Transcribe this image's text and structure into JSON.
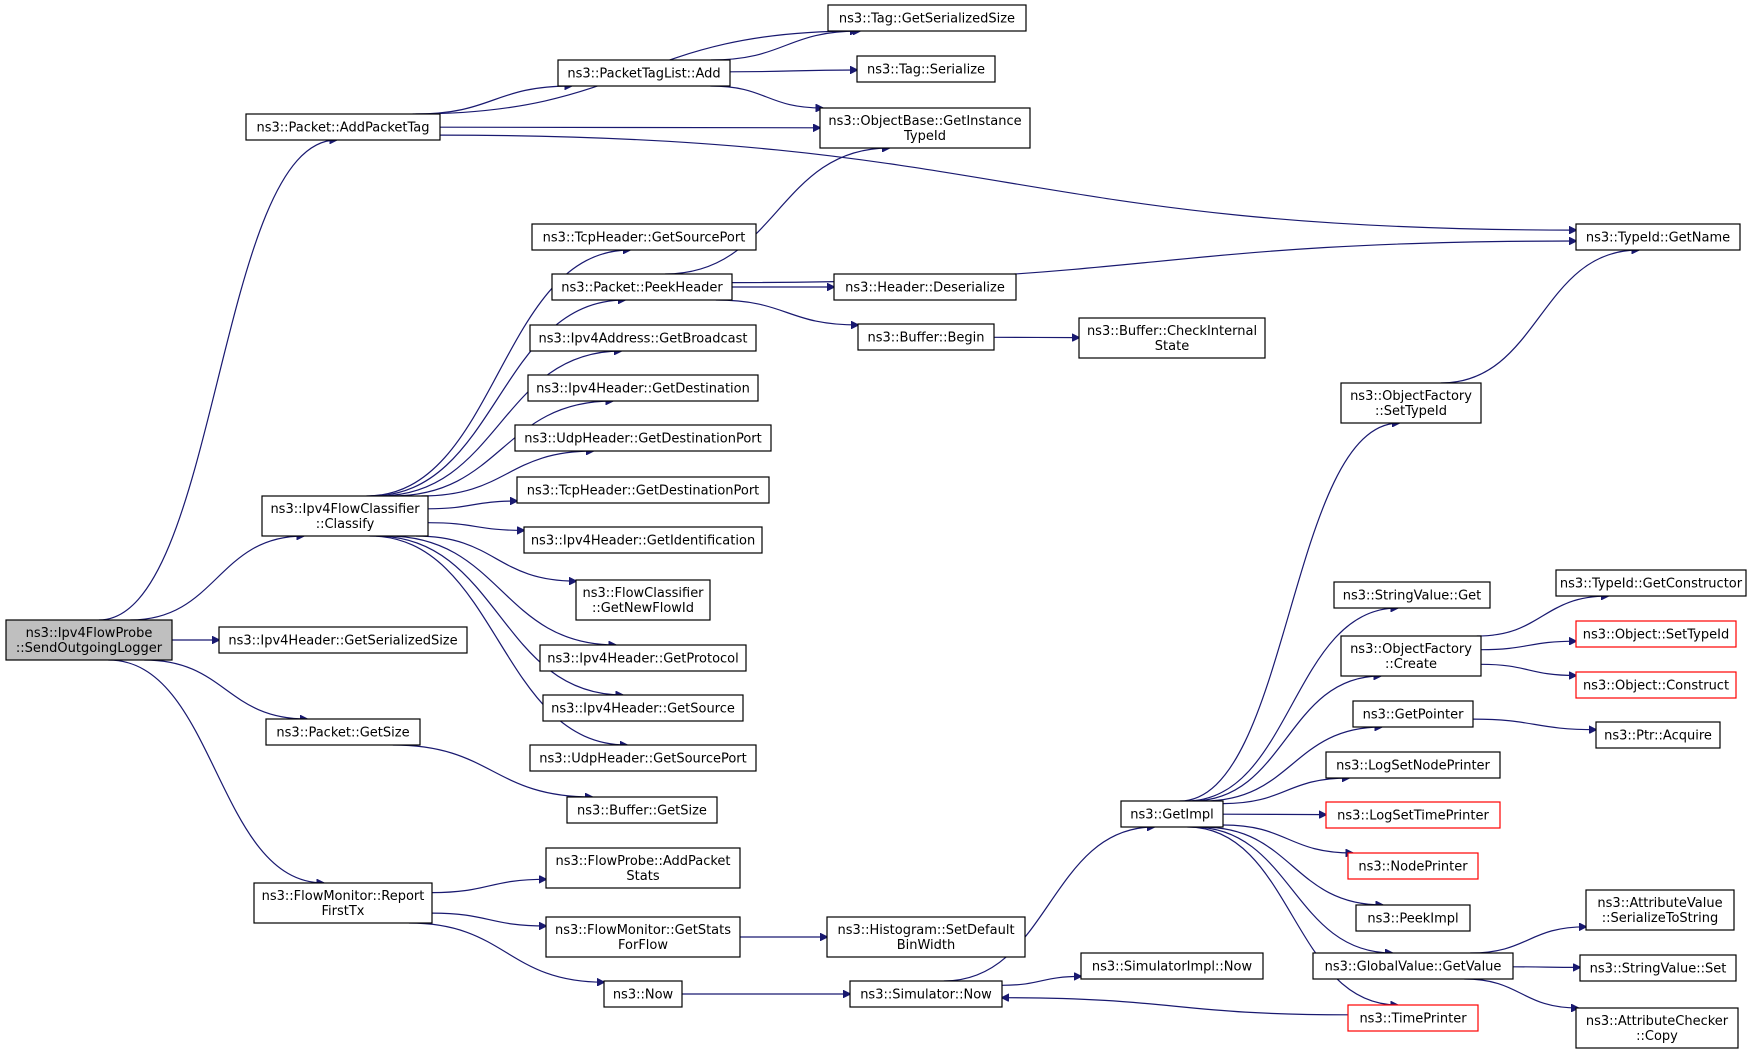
{
  "diagram": {
    "type": "call-graph",
    "colors": {
      "edge": "#191970",
      "node_border": "#000000",
      "node_border_unexpanded": "#ff0000",
      "root_fill": "#bfbfbf",
      "node_fill": "#ffffff"
    },
    "nodes": [
      {
        "id": "root",
        "lines": [
          "ns3::Ipv4FlowProbe",
          "::SendOutgoingLogger"
        ],
        "style": "root"
      },
      {
        "id": "addPacketTag",
        "lines": [
          "ns3::Packet::AddPacketTag"
        ]
      },
      {
        "id": "flowClassify",
        "lines": [
          "ns3::Ipv4FlowClassifier",
          "::Classify"
        ]
      },
      {
        "id": "ipv4HdrSerSize",
        "lines": [
          "ns3::Ipv4Header::GetSerializedSize"
        ]
      },
      {
        "id": "packetGetSize",
        "lines": [
          "ns3::Packet::GetSize"
        ]
      },
      {
        "id": "reportFirstTx",
        "lines": [
          "ns3::FlowMonitor::Report",
          "FirstTx"
        ]
      },
      {
        "id": "tagGetSerSize",
        "lines": [
          "ns3::Tag::GetSerializedSize"
        ]
      },
      {
        "id": "packetTagListAdd",
        "lines": [
          "ns3::PacketTagList::Add"
        ]
      },
      {
        "id": "tagSerialize",
        "lines": [
          "ns3::Tag::Serialize"
        ]
      },
      {
        "id": "getInstanceTypeId",
        "lines": [
          "ns3::ObjectBase::GetInstance",
          "TypeId"
        ]
      },
      {
        "id": "typeIdGetName",
        "lines": [
          "ns3::TypeId::GetName"
        ]
      },
      {
        "id": "tcpGetSourcePort",
        "lines": [
          "ns3::TcpHeader::GetSourcePort"
        ]
      },
      {
        "id": "packetPeekHeader",
        "lines": [
          "ns3::Packet::PeekHeader"
        ]
      },
      {
        "id": "headerDeserialize",
        "lines": [
          "ns3::Header::Deserialize"
        ]
      },
      {
        "id": "bufferBegin",
        "lines": [
          "ns3::Buffer::Begin"
        ]
      },
      {
        "id": "bufferCheckInternal",
        "lines": [
          "ns3::Buffer::CheckInternal",
          "State"
        ]
      },
      {
        "id": "ipv4AddrGetBroadcast",
        "lines": [
          "ns3::Ipv4Address::GetBroadcast"
        ]
      },
      {
        "id": "ipv4HdrGetDestination",
        "lines": [
          "ns3::Ipv4Header::GetDestination"
        ]
      },
      {
        "id": "udpGetDestPort",
        "lines": [
          "ns3::UdpHeader::GetDestinationPort"
        ]
      },
      {
        "id": "tcpGetDestPort",
        "lines": [
          "ns3::TcpHeader::GetDestinationPort"
        ]
      },
      {
        "id": "ipv4HdrGetIdent",
        "lines": [
          "ns3::Ipv4Header::GetIdentification"
        ]
      },
      {
        "id": "flowClassifierNewId",
        "lines": [
          "ns3::FlowClassifier",
          "::GetNewFlowId"
        ]
      },
      {
        "id": "ipv4HdrGetProtocol",
        "lines": [
          "ns3::Ipv4Header::GetProtocol"
        ]
      },
      {
        "id": "ipv4HdrGetSource",
        "lines": [
          "ns3::Ipv4Header::GetSource"
        ]
      },
      {
        "id": "udpGetSourcePort",
        "lines": [
          "ns3::UdpHeader::GetSourcePort"
        ]
      },
      {
        "id": "bufferGetSize",
        "lines": [
          "ns3::Buffer::GetSize"
        ]
      },
      {
        "id": "flowProbeAddStats",
        "lines": [
          "ns3::FlowProbe::AddPacket",
          "Stats"
        ]
      },
      {
        "id": "flowMonGetStats",
        "lines": [
          "ns3::FlowMonitor::GetStats",
          "ForFlow"
        ]
      },
      {
        "id": "histogramSetBin",
        "lines": [
          "ns3::Histogram::SetDefault",
          "BinWidth"
        ]
      },
      {
        "id": "ns3Now",
        "lines": [
          "ns3::Now"
        ]
      },
      {
        "id": "simulatorNow",
        "lines": [
          "ns3::Simulator::Now"
        ]
      },
      {
        "id": "simulatorImplNow",
        "lines": [
          "ns3::SimulatorImpl::Now"
        ]
      },
      {
        "id": "getImpl",
        "lines": [
          "ns3::GetImpl"
        ]
      },
      {
        "id": "objFactorySetTypeId",
        "lines": [
          "ns3::ObjectFactory",
          "::SetTypeId"
        ]
      },
      {
        "id": "stringValueGet",
        "lines": [
          "ns3::StringValue::Get"
        ]
      },
      {
        "id": "objFactoryCreate",
        "lines": [
          "ns3::ObjectFactory",
          "::Create"
        ]
      },
      {
        "id": "getPointer",
        "lines": [
          "ns3::GetPointer"
        ]
      },
      {
        "id": "logSetNodePrinter",
        "lines": [
          "ns3::LogSetNodePrinter"
        ]
      },
      {
        "id": "logSetTimePrinter",
        "lines": [
          "ns3::LogSetTimePrinter"
        ],
        "style": "red"
      },
      {
        "id": "nodePrinter",
        "lines": [
          "ns3::NodePrinter"
        ],
        "style": "red"
      },
      {
        "id": "peekImpl",
        "lines": [
          "ns3::PeekImpl"
        ]
      },
      {
        "id": "globalValueGetValue",
        "lines": [
          "ns3::GlobalValue::GetValue"
        ]
      },
      {
        "id": "timePrinter",
        "lines": [
          "ns3::TimePrinter"
        ],
        "style": "red"
      },
      {
        "id": "typeIdGetConstructor",
        "lines": [
          "ns3::TypeId::GetConstructor"
        ]
      },
      {
        "id": "objectSetTypeId",
        "lines": [
          "ns3::Object::SetTypeId"
        ],
        "style": "red"
      },
      {
        "id": "objectConstruct",
        "lines": [
          "ns3::Object::Construct"
        ],
        "style": "red"
      },
      {
        "id": "ptrAcquire",
        "lines": [
          "ns3::Ptr::Acquire"
        ]
      },
      {
        "id": "attrValueSerialize",
        "lines": [
          "ns3::AttributeValue",
          "::SerializeToString"
        ]
      },
      {
        "id": "stringValueSet",
        "lines": [
          "ns3::StringValue::Set"
        ]
      },
      {
        "id": "attrCheckerCopy",
        "lines": [
          "ns3::AttributeChecker",
          "::Copy"
        ]
      }
    ],
    "edges": [
      [
        "root",
        "addPacketTag"
      ],
      [
        "root",
        "flowClassify"
      ],
      [
        "root",
        "ipv4HdrSerSize"
      ],
      [
        "root",
        "packetGetSize"
      ],
      [
        "root",
        "reportFirstTx"
      ],
      [
        "addPacketTag",
        "tagGetSerSize"
      ],
      [
        "addPacketTag",
        "packetTagListAdd"
      ],
      [
        "addPacketTag",
        "getInstanceTypeId"
      ],
      [
        "addPacketTag",
        "typeIdGetName"
      ],
      [
        "packetTagListAdd",
        "tagGetSerSize"
      ],
      [
        "packetTagListAdd",
        "tagSerialize"
      ],
      [
        "packetTagListAdd",
        "getInstanceTypeId"
      ],
      [
        "flowClassify",
        "tcpGetSourcePort"
      ],
      [
        "flowClassify",
        "packetPeekHeader"
      ],
      [
        "flowClassify",
        "ipv4AddrGetBroadcast"
      ],
      [
        "flowClassify",
        "ipv4HdrGetDestination"
      ],
      [
        "flowClassify",
        "udpGetDestPort"
      ],
      [
        "flowClassify",
        "tcpGetDestPort"
      ],
      [
        "flowClassify",
        "ipv4HdrGetIdent"
      ],
      [
        "flowClassify",
        "flowClassifierNewId"
      ],
      [
        "flowClassify",
        "ipv4HdrGetProtocol"
      ],
      [
        "flowClassify",
        "ipv4HdrGetSource"
      ],
      [
        "flowClassify",
        "udpGetSourcePort"
      ],
      [
        "packetPeekHeader",
        "getInstanceTypeId"
      ],
      [
        "packetPeekHeader",
        "typeIdGetName"
      ],
      [
        "packetPeekHeader",
        "headerDeserialize"
      ],
      [
        "packetPeekHeader",
        "bufferBegin"
      ],
      [
        "bufferBegin",
        "bufferCheckInternal"
      ],
      [
        "packetGetSize",
        "bufferGetSize"
      ],
      [
        "reportFirstTx",
        "flowProbeAddStats"
      ],
      [
        "reportFirstTx",
        "flowMonGetStats"
      ],
      [
        "reportFirstTx",
        "ns3Now"
      ],
      [
        "flowMonGetStats",
        "histogramSetBin"
      ],
      [
        "ns3Now",
        "simulatorNow"
      ],
      [
        "simulatorNow",
        "simulatorImplNow"
      ],
      [
        "simulatorNow",
        "getImpl"
      ],
      [
        "getImpl",
        "objFactorySetTypeId"
      ],
      [
        "getImpl",
        "stringValueGet"
      ],
      [
        "getImpl",
        "objFactoryCreate"
      ],
      [
        "getImpl",
        "getPointer"
      ],
      [
        "getImpl",
        "logSetNodePrinter"
      ],
      [
        "getImpl",
        "logSetTimePrinter"
      ],
      [
        "getImpl",
        "nodePrinter"
      ],
      [
        "getImpl",
        "peekImpl"
      ],
      [
        "getImpl",
        "globalValueGetValue"
      ],
      [
        "getImpl",
        "timePrinter"
      ],
      [
        "objFactorySetTypeId",
        "typeIdGetName"
      ],
      [
        "objFactoryCreate",
        "typeIdGetConstructor"
      ],
      [
        "objFactoryCreate",
        "objectSetTypeId"
      ],
      [
        "objFactoryCreate",
        "objectConstruct"
      ],
      [
        "getPointer",
        "ptrAcquire"
      ],
      [
        "globalValueGetValue",
        "attrValueSerialize"
      ],
      [
        "globalValueGetValue",
        "stringValueSet"
      ],
      [
        "globalValueGetValue",
        "attrCheckerCopy"
      ],
      [
        "timePrinter",
        "simulatorNow"
      ]
    ]
  }
}
